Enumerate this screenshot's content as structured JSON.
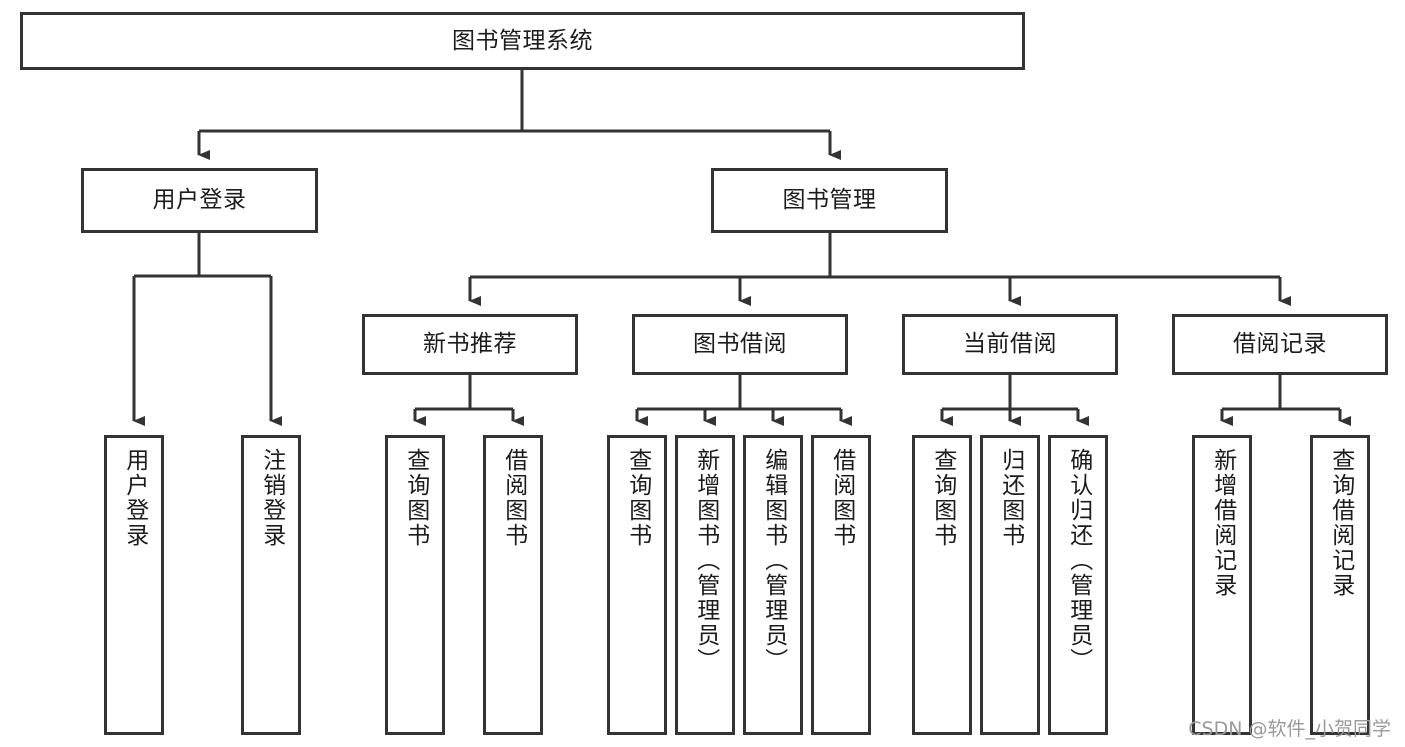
{
  "diagram": {
    "title": "图书管理系统",
    "watermark": "CSDN @软件_小贺同学",
    "colors": {
      "stroke": "#333333",
      "text": "#1c1c1c",
      "background": "#ffffff",
      "watermark": "#9a9a9a"
    },
    "root": {
      "label": "图书管理系统"
    },
    "level2": [
      {
        "label": "用户登录"
      },
      {
        "label": "图书管理"
      }
    ],
    "level3": [
      {
        "label": "新书推荐"
      },
      {
        "label": "图书借阅"
      },
      {
        "label": "当前借阅"
      },
      {
        "label": "借阅记录"
      }
    ],
    "leaves": {
      "user_login": [
        {
          "label": "用户登录"
        },
        {
          "label": "注销登录"
        }
      ],
      "new_book_recommend": [
        {
          "label": "查询图书"
        },
        {
          "label": "借阅图书"
        }
      ],
      "book_borrow": [
        {
          "label": "查询图书"
        },
        {
          "label": "新增图书（管理员）"
        },
        {
          "label": "编辑图书（管理员）"
        },
        {
          "label": "借阅图书"
        }
      ],
      "current_borrow": [
        {
          "label": "查询图书"
        },
        {
          "label": "归还图书"
        },
        {
          "label": "确认归还（管理员）"
        }
      ],
      "borrow_record": [
        {
          "label": "新增借阅记录"
        },
        {
          "label": "查询借阅记录"
        }
      ]
    }
  }
}
